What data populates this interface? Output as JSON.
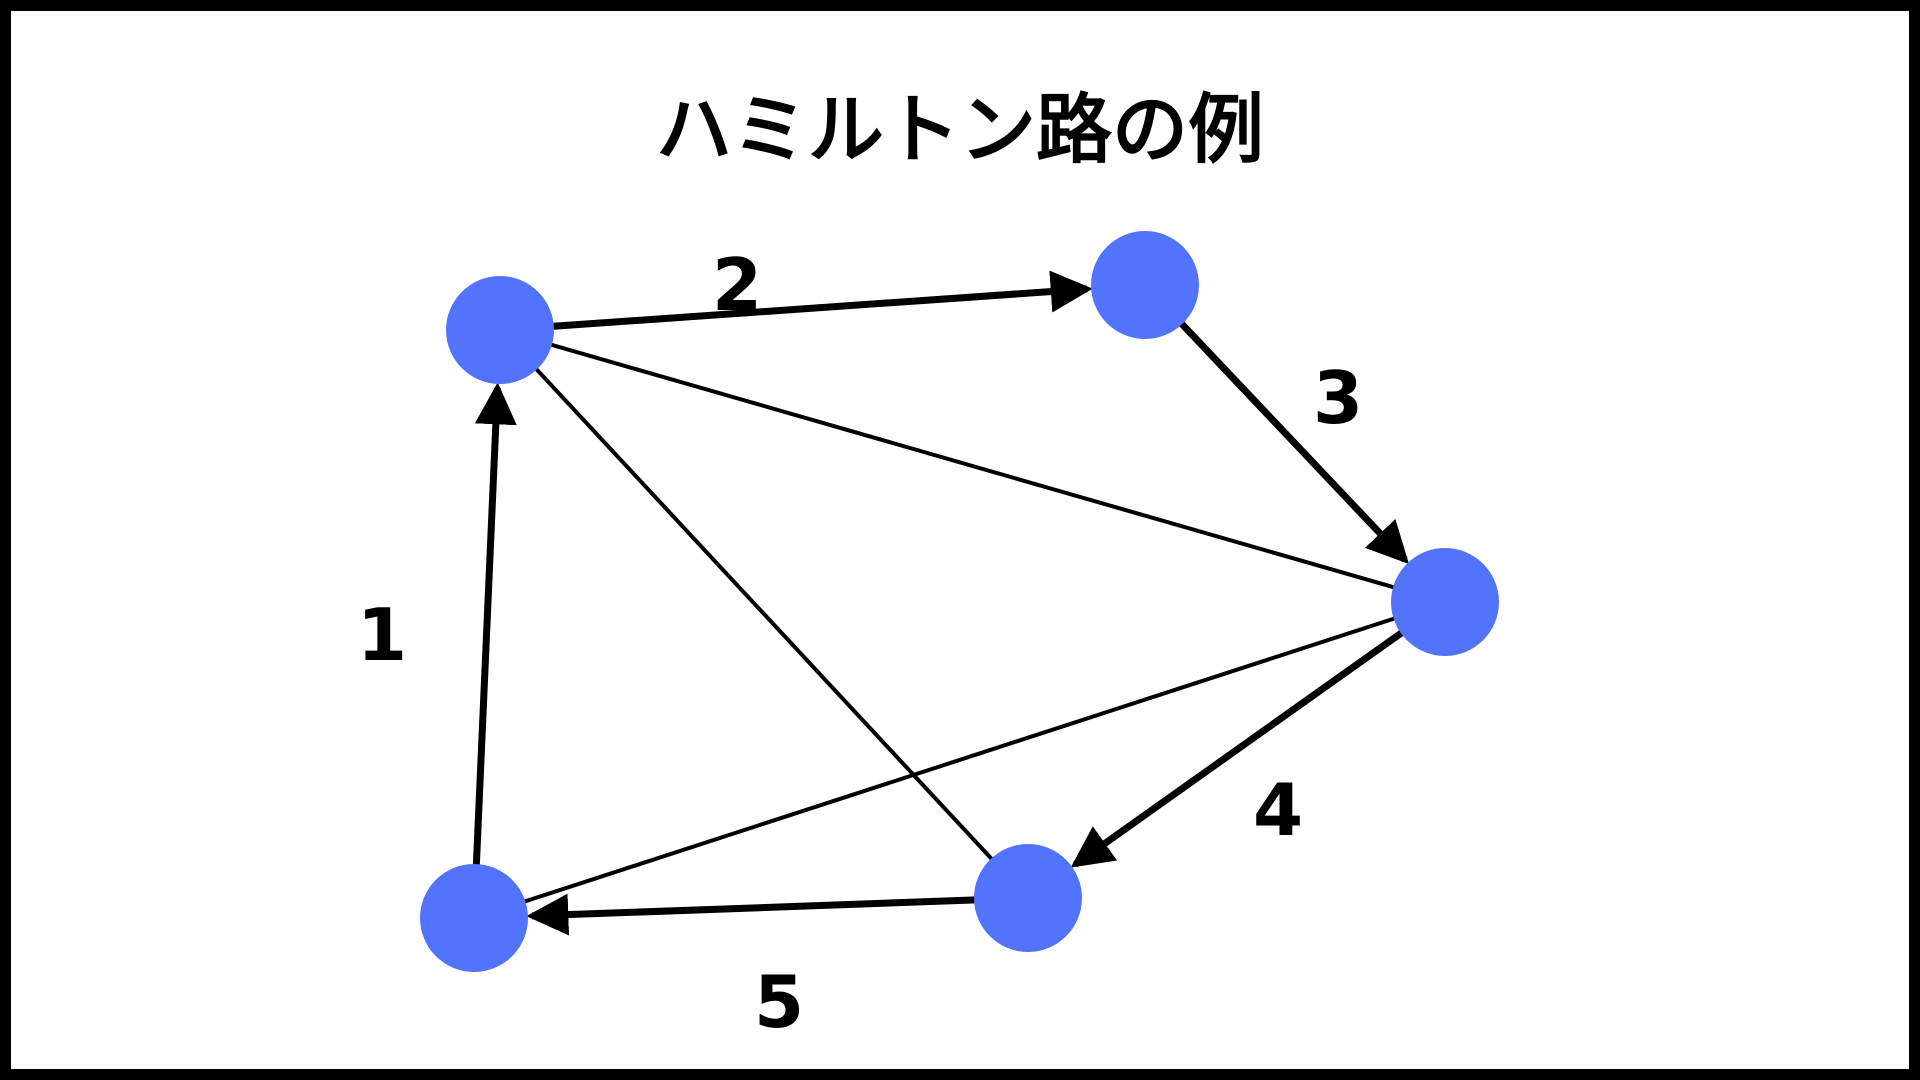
{
  "title": "ハミルトン路の例",
  "colors": {
    "node": "#5273fc",
    "edge": "#000000",
    "background": "#ffffff",
    "frame": "#000000"
  },
  "nodes": [
    {
      "id": "A"
    },
    {
      "id": "B"
    },
    {
      "id": "C"
    },
    {
      "id": "D"
    },
    {
      "id": "E"
    }
  ],
  "path_edges": [
    {
      "from": "E",
      "to": "A",
      "step": "1"
    },
    {
      "from": "A",
      "to": "B",
      "step": "2"
    },
    {
      "from": "B",
      "to": "C",
      "step": "3"
    },
    {
      "from": "C",
      "to": "D",
      "step": "4"
    },
    {
      "from": "D",
      "to": "E",
      "step": "5"
    }
  ],
  "other_edges": [
    {
      "from": "A",
      "to": "C"
    },
    {
      "from": "A",
      "to": "D"
    },
    {
      "from": "C",
      "to": "E"
    }
  ]
}
